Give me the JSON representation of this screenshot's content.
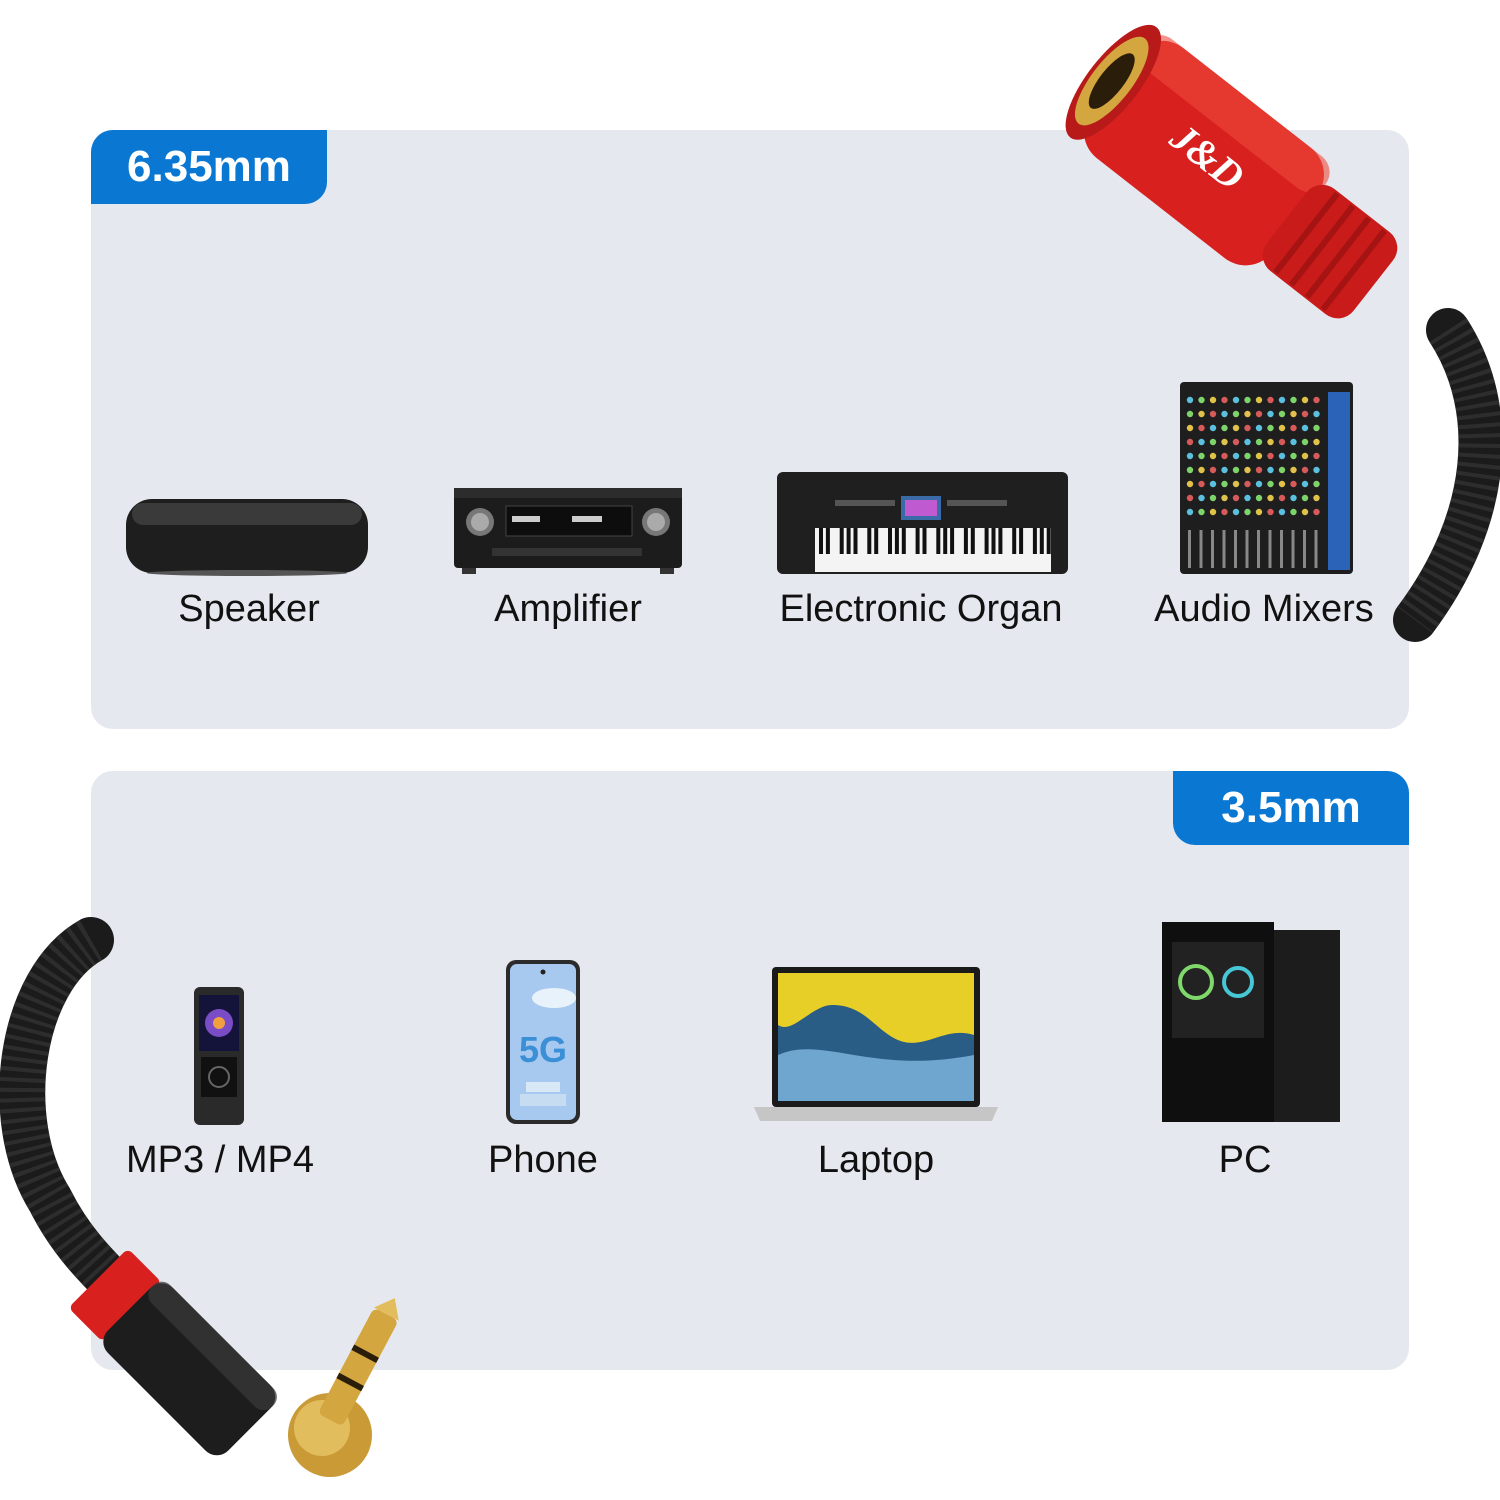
{
  "colors": {
    "panel": "#e6e8ef",
    "tag_blue": "#0a78d2",
    "plug_red": "#d8201f",
    "gold": "#d4a640",
    "cable": "#1b1b1b"
  },
  "brand": {
    "logo_text": "J&D"
  },
  "top_section": {
    "tag": "6.35mm",
    "devices": [
      {
        "label": "Speaker",
        "icon": "speaker-icon"
      },
      {
        "label": "Amplifier",
        "icon": "amplifier-icon"
      },
      {
        "label": "Electronic Organ",
        "icon": "keyboard-icon"
      },
      {
        "label": "Audio Mixers",
        "icon": "mixer-icon"
      }
    ]
  },
  "bottom_section": {
    "tag": "3.5mm",
    "devices": [
      {
        "label": "MP3 / MP4",
        "icon": "mp3-player-icon"
      },
      {
        "label": "Phone",
        "icon": "phone-icon",
        "screen_text": "5G"
      },
      {
        "label": "Laptop",
        "icon": "laptop-icon"
      },
      {
        "label": "PC",
        "icon": "pc-tower-icon"
      }
    ]
  }
}
